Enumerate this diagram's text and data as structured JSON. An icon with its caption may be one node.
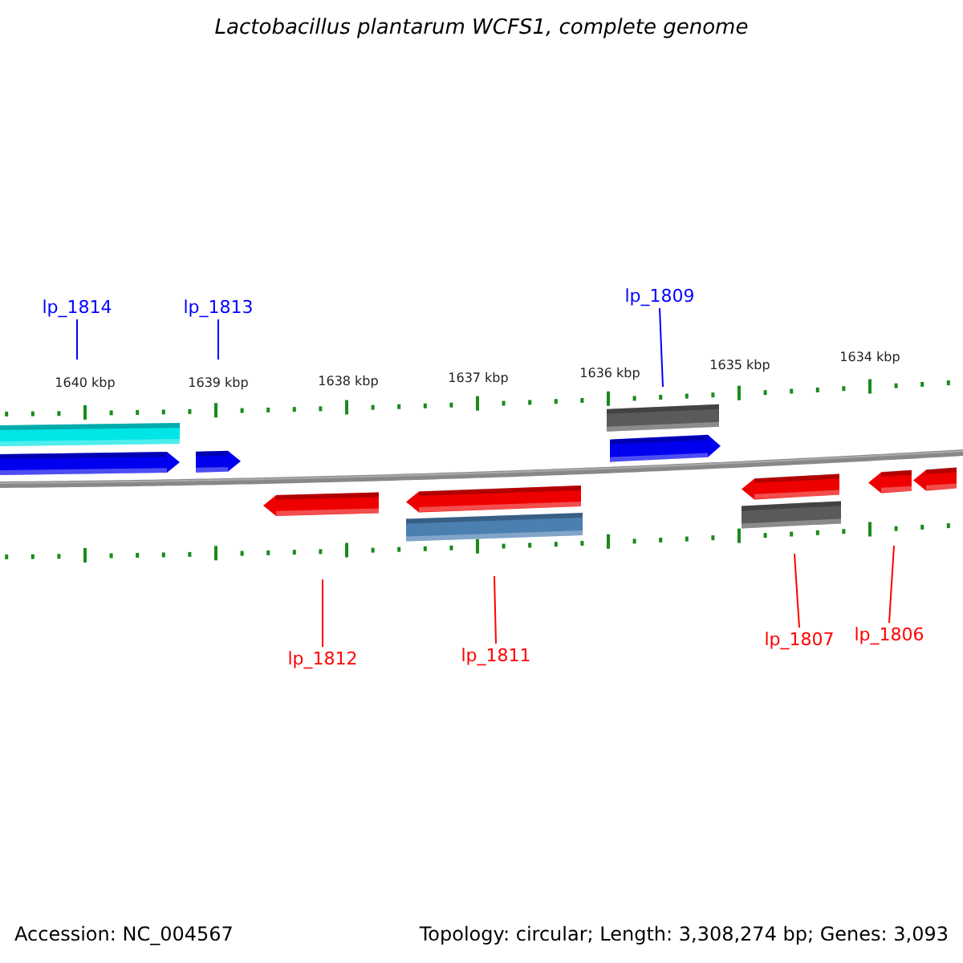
{
  "diagram": {
    "title": "Lactobacillus plantarum WCFS1, complete genome",
    "nodes": [
      {
        "text": [
          "lp_1814"
        ]
      },
      {
        "text": [
          "lp_1813"
        ]
      },
      {
        "text": [
          "lp_1809"
        ]
      },
      {
        "text": [
          "lp_1812"
        ]
      },
      {
        "text": [
          "lp_1811"
        ]
      },
      {
        "text": [
          "lp_1807"
        ]
      },
      {
        "text": [
          "lp_1806"
        ]
      }
    ],
    "edges": [
      {
        "from": 0,
        "to": null,
        "arrow": "none",
        "color": "#0000ff"
      },
      {
        "from": 1,
        "to": null,
        "arrow": "none",
        "color": "#0000ff"
      },
      {
        "from": 2,
        "to": null,
        "arrow": "none",
        "color": "#0000ff"
      },
      {
        "from": 3,
        "to": null,
        "arrow": "none"
      },
      {
        "from": 4,
        "to": null,
        "arrow": "none"
      },
      {
        "from": 5,
        "to": null,
        "arrow": "none"
      },
      {
        "from": 6,
        "to": null,
        "arrow": "none"
      }
    ],
    "labels": [
      "1640 kbp",
      "1639 kbp",
      "1638 kbp",
      "1637 kbp",
      "1636 kbp",
      "1635 kbp",
      "1634 kbp",
      "Accession: NC_004567",
      "Topology: circular; Length: 3,308,274 bp; Genes: 3,093"
    ]
  }
}
